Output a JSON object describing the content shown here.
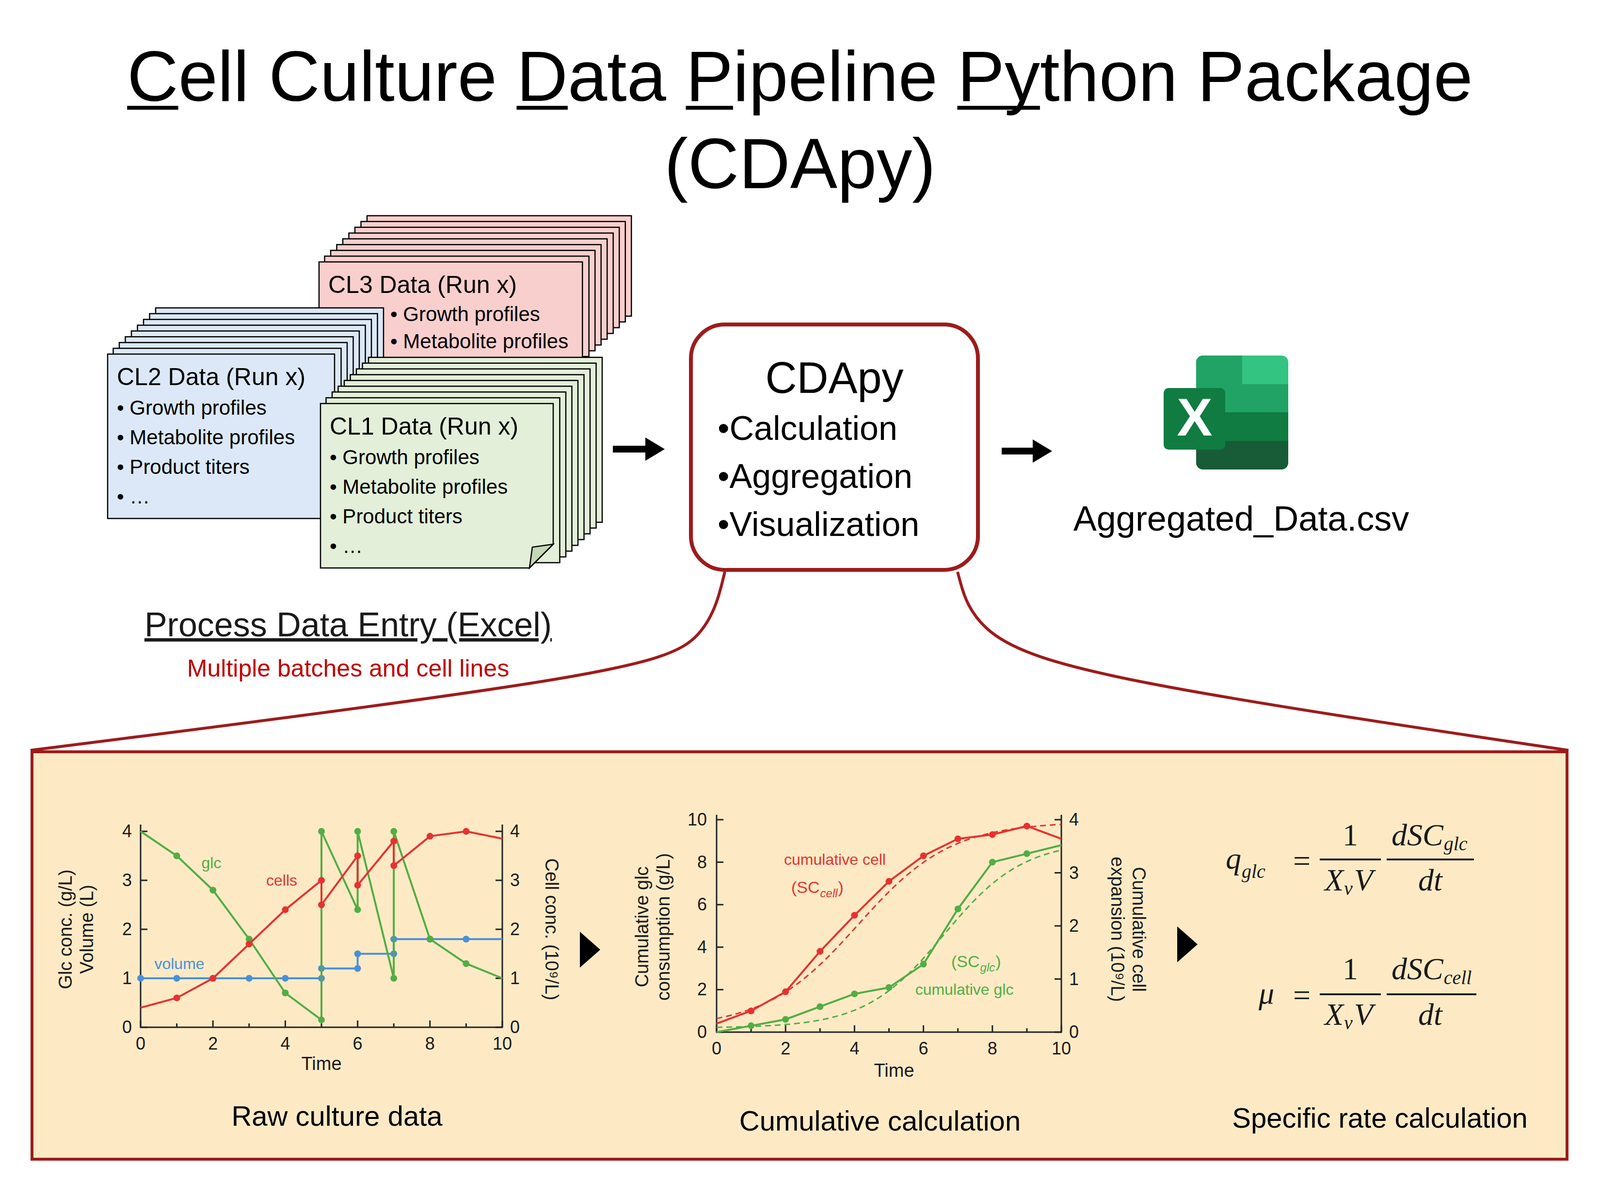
{
  "diagram": {
    "title": "Cell Culture Data Pipeline Python Package (CDApy)",
    "nodes": [
      {
        "text": [
          "CL3 Data (Run x)",
          "• Growth profiles",
          "• Metabolite profiles"
        ]
      },
      {
        "text": [
          "CL2 Data (Run x)",
          "• Growth profiles",
          "• Metabolite profiles",
          "• Product titers",
          "• …"
        ]
      },
      {
        "text": [
          "CL1 Data (Run x)",
          "• Growth profiles",
          "• Metabolite profiles",
          "• Product titers",
          "• …"
        ]
      },
      {
        "text": [
          "CDApy",
          "•Calculation",
          "•Aggregation",
          "•Visualization"
        ]
      },
      {
        "text": [
          "Aggregated_Data.csv"
        ]
      },
      {
        "text": [
          "Raw culture data",
          "Cumulative calculation",
          "Specific rate calculation"
        ]
      }
    ],
    "edges": [
      {
        "from": 2,
        "to": 3,
        "arrow": "to"
      },
      {
        "from": 3,
        "to": 4,
        "arrow": "to"
      },
      {
        "from": 3,
        "to": 5,
        "arrow": "none"
      }
    ],
    "labels": [
      "Process Data Entry (Excel)",
      "Multiple batches and cell lines",
      "X",
      "0",
      "1",
      "2",
      "3",
      "4",
      "0",
      "1",
      "2",
      "3",
      "4",
      "0",
      "2",
      "4",
      "6",
      "8",
      "10",
      "Time",
      "Glc conc. (g/L) Volume (L)",
      "Cell conc. (10⁹/L)",
      "glc",
      "cells",
      "volume",
      "0",
      "2",
      "4",
      "6",
      "8",
      "10",
      "0",
      "1",
      "2",
      "3",
      "4",
      "0",
      "2",
      "4",
      "6",
      "8",
      "10",
      "Time",
      "Cumulative glc consumption (g/L)",
      "Cumulative cell expansion (10⁹/L)",
      "cumulative cell",
      "(SC",
      "cell",
      ")",
      "(SC",
      "glc",
      ")",
      "cumulative glc",
      "q",
      "glc",
      "=",
      "1",
      "X",
      "v",
      "V",
      "dSC",
      "glc",
      "dt",
      "μ",
      "=",
      "1",
      "X",
      "v",
      "V",
      "dSC",
      "cell",
      "dt"
    ]
  }
}
